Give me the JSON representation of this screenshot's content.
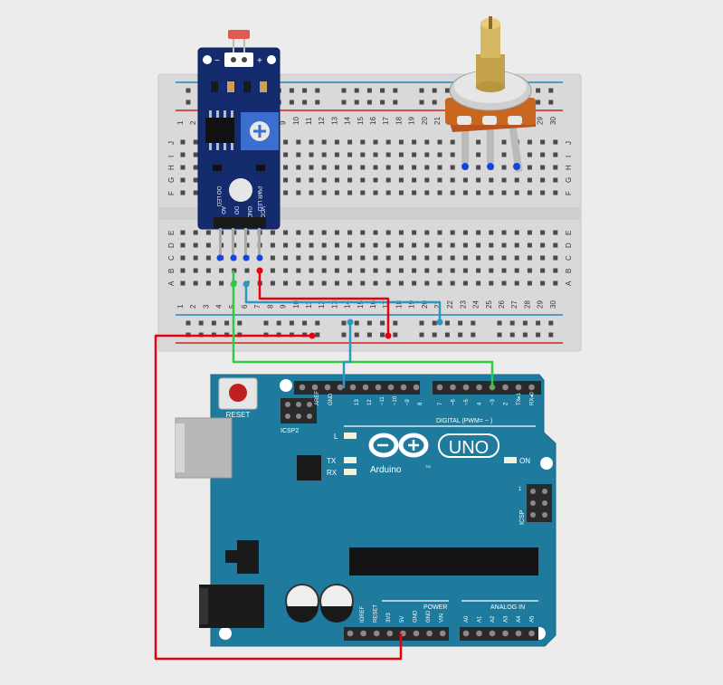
{
  "breadboard": {
    "row_letters_top": [
      "J",
      "I",
      "H",
      "G",
      "F"
    ],
    "row_letters_bottom": [
      "E",
      "D",
      "C",
      "B",
      "A"
    ],
    "columns": [
      "1",
      "2",
      "3",
      "4",
      "5",
      "6",
      "7",
      "8",
      "9",
      "10",
      "11",
      "12",
      "13",
      "14",
      "15",
      "16",
      "17",
      "18",
      "19",
      "20",
      "21",
      "22",
      "23",
      "24",
      "25",
      "26",
      "27",
      "28",
      "29",
      "30"
    ]
  },
  "sensor_module": {
    "minus": "−",
    "plus": "+",
    "led_do": "DO LED",
    "led_pwr": "PWR LED",
    "pins": [
      "AO",
      "DO",
      "GND",
      "VCC"
    ]
  },
  "arduino": {
    "reset": "RESET",
    "icsp2": "ICSP2",
    "icsp": "ICSP",
    "aref": "AREF",
    "gnd": "GND",
    "digital_pins": [
      "13",
      "12",
      "~11",
      "~10",
      "~9",
      "8",
      "7",
      "~6",
      "~5",
      "4",
      "~3",
      "2",
      "TX▸1",
      "RX◂0"
    ],
    "digital_label": "DIGITAL (PWM= ~ )",
    "l": "L",
    "tx": "TX",
    "rx": "RX",
    "on": "ON",
    "brand": "Arduino",
    "uno": "UNO",
    "tm": "TM",
    "power": "POWER",
    "power_pins": [
      "IOREF",
      "RESET",
      "3V3",
      "5V",
      "GND",
      "GND",
      "VIN"
    ],
    "analog_in": "ANALOG IN",
    "analog_pins": [
      "A0",
      "A1",
      "A2",
      "A3",
      "A4",
      "A5"
    ],
    "icsp_1": "1"
  },
  "colors": {
    "bg": "#ececec",
    "board_blue": "#1e7b9e",
    "wire_red": "#e8000a",
    "wire_green": "#2ecc40",
    "wire_blue": "#2a98c0",
    "rail_red": "#d62020",
    "rail_blue": "#1e8ab8",
    "module_blue": "#142b6e"
  }
}
